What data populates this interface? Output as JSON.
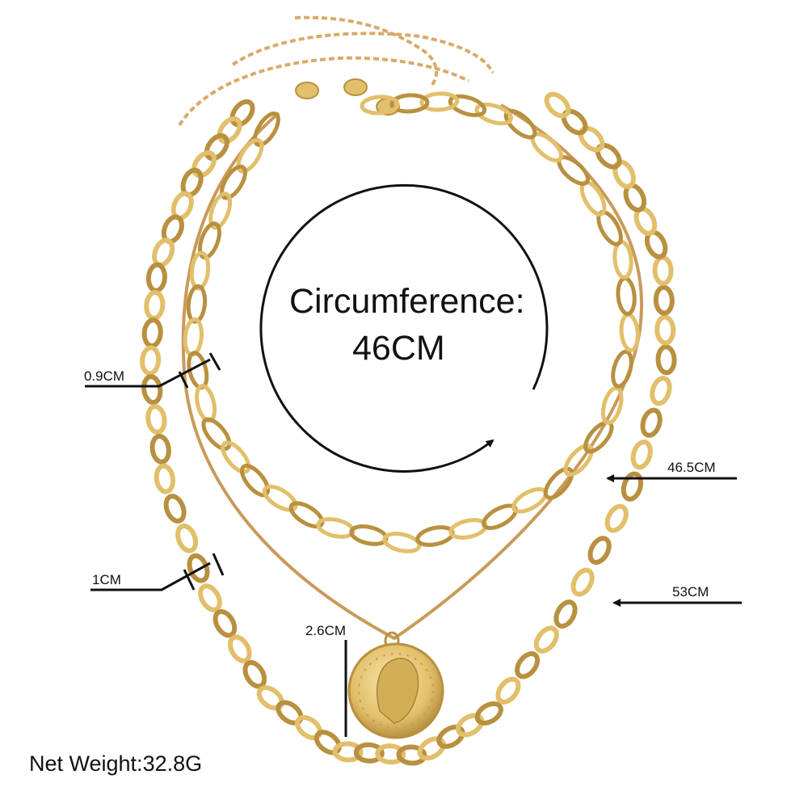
{
  "product": {
    "circumference_title": "Circumference:",
    "circumference_value": "46CM",
    "net_weight": "Net Weight:32.8G"
  },
  "dimensions": {
    "thin_chain_width": "0.9CM",
    "thick_chain_width": "1CM",
    "middle_length": "46.5CM",
    "outer_length": "53CM",
    "pendant_diameter": "2.6CM"
  },
  "colors": {
    "gold": "#e2bf6a",
    "gold_dark": "#b8903f",
    "gold_light": "#f6e1a4",
    "box_chain": "#c99a5a",
    "ink": "#111111"
  }
}
